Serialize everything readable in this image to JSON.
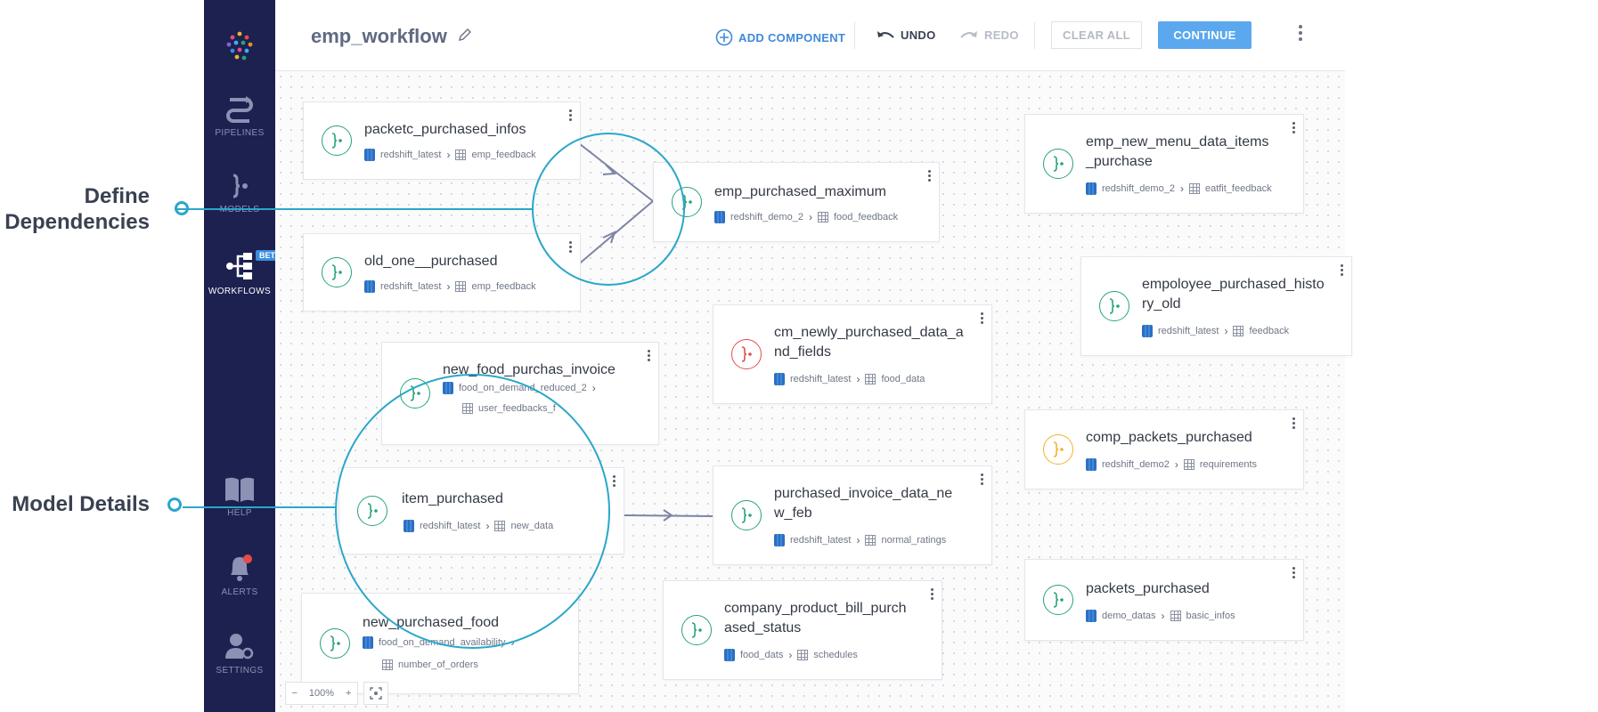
{
  "annotations": {
    "define_line1": "Define",
    "define_line2": "Dependencies",
    "model_details": "Model Details"
  },
  "sidebar": {
    "items": [
      {
        "label": "PIPELINES",
        "icon": "pipelines-icon"
      },
      {
        "label": "MODELS",
        "icon": "models-icon"
      },
      {
        "label": "WORKFLOWS",
        "icon": "workflows-icon",
        "active": true,
        "badge": "BETA"
      },
      {
        "label": "HELP",
        "icon": "book-icon"
      },
      {
        "label": "ALERTS",
        "icon": "bell-icon"
      },
      {
        "label": "SETTINGS",
        "icon": "user-settings-icon"
      }
    ]
  },
  "topbar": {
    "title": "emp_workflow",
    "add_component": "ADD COMPONENT",
    "undo": "UNDO",
    "redo": "REDO",
    "clear_all": "CLEAR ALL",
    "continue": "CONTINUE"
  },
  "nodes": [
    {
      "name": "packetc_purchased_infos",
      "source": "redshift_latest",
      "table": "emp_feedback",
      "status_color": "#27a37a"
    },
    {
      "name": "old_one__purchased",
      "source": "redshift_latest",
      "table": "emp_feedback",
      "status_color": "#27a37a"
    },
    {
      "name": "emp_purchased_maximum",
      "source": "redshift_demo_2",
      "table": "food_feedback",
      "status_color": "#27a37a"
    },
    {
      "name": "emp_new_menu_data_items _purchase",
      "source": "redshift_demo_2",
      "table": "eatfit_feedback",
      "status_color": "#27a37a"
    },
    {
      "name": "empoloyee_purchased_histo ry_old",
      "source": "redshift_latest",
      "table": "feedback",
      "status_color": "#27a37a"
    },
    {
      "name": "new_food_purchas_invoice",
      "source": "food_on_demand_reduced_2",
      "table": "user_feedbacks_f",
      "status_color": "#27a37a"
    },
    {
      "name": "cm_newly_purchased_data_a nd_fields",
      "source": "redshift_latest",
      "table": "food_data",
      "status_color": "#e24c4c"
    },
    {
      "name": "comp_packets_purchased",
      "source": "redshift_demo2",
      "table": "requirements",
      "status_color": "#f0b429"
    },
    {
      "name": "item_purchased",
      "source": "redshift_latest",
      "table": "new_data",
      "status_color": "#27a37a"
    },
    {
      "name": "purchased_invoice_data_ne w_feb",
      "source": "redshift_latest",
      "table": "normal_ratings",
      "status_color": "#27a37a"
    },
    {
      "name": "packets_purchased",
      "source": "demo_datas",
      "table": "basic_infos",
      "status_color": "#27a37a"
    },
    {
      "name": "new_purchased_food",
      "source": "food_on_demand_availability",
      "table": "number_of_orders",
      "status_color": "#27a37a"
    },
    {
      "name": "company_product_bill_purch ased_status",
      "source": "food_dats",
      "table": "schedules",
      "status_color": "#27a37a"
    }
  ],
  "zoom": {
    "level": "100%",
    "minus": "−",
    "plus": "+"
  },
  "colors": {
    "sidebar": "#1d2150",
    "accent": "#5ba8ee",
    "annotation": "#2aa7c9"
  }
}
